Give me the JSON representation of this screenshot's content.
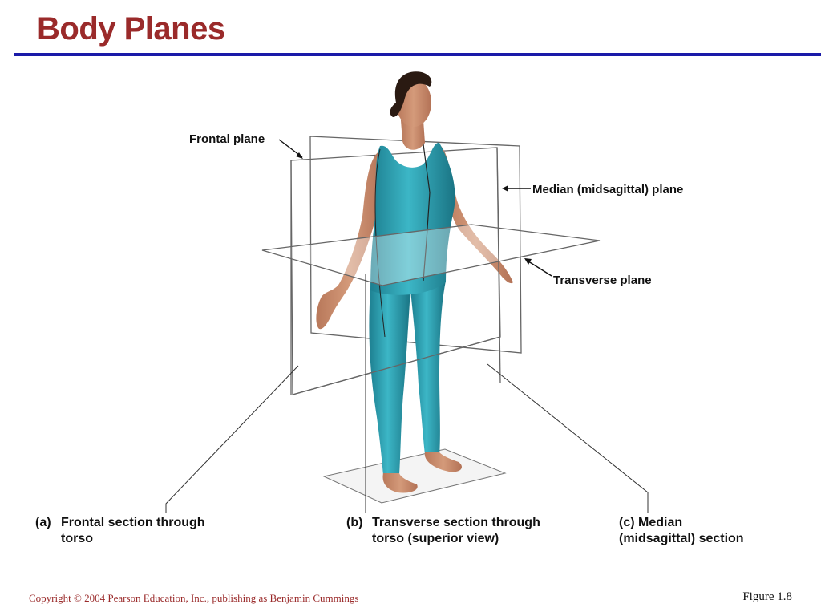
{
  "slide": {
    "title": "Body Planes",
    "copyright": "Copyright © 2004 Pearson Education, Inc., publishing as Benjamin Cummings",
    "figure_number": "Figure 1.8"
  },
  "labels": {
    "frontal_plane": "Frontal plane",
    "median_plane": "Median (midsagittal) plane",
    "transverse_plane": "Transverse plane"
  },
  "captions": [
    {
      "letter": "(a)",
      "line1": "Frontal section through",
      "line2": "torso"
    },
    {
      "letter": "(b)",
      "line1": "Transverse section  through",
      "line2": "torso (superior view)"
    },
    {
      "letter": "(c)",
      "line1": "Median",
      "line2": "(midsagittal) section"
    }
  ],
  "colors": {
    "title": "#9a2a2a",
    "rule": "#1a1aa8",
    "bodysuit": "#2a9fb0",
    "skin": "#c98b6a",
    "hair": "#2a1a12"
  }
}
